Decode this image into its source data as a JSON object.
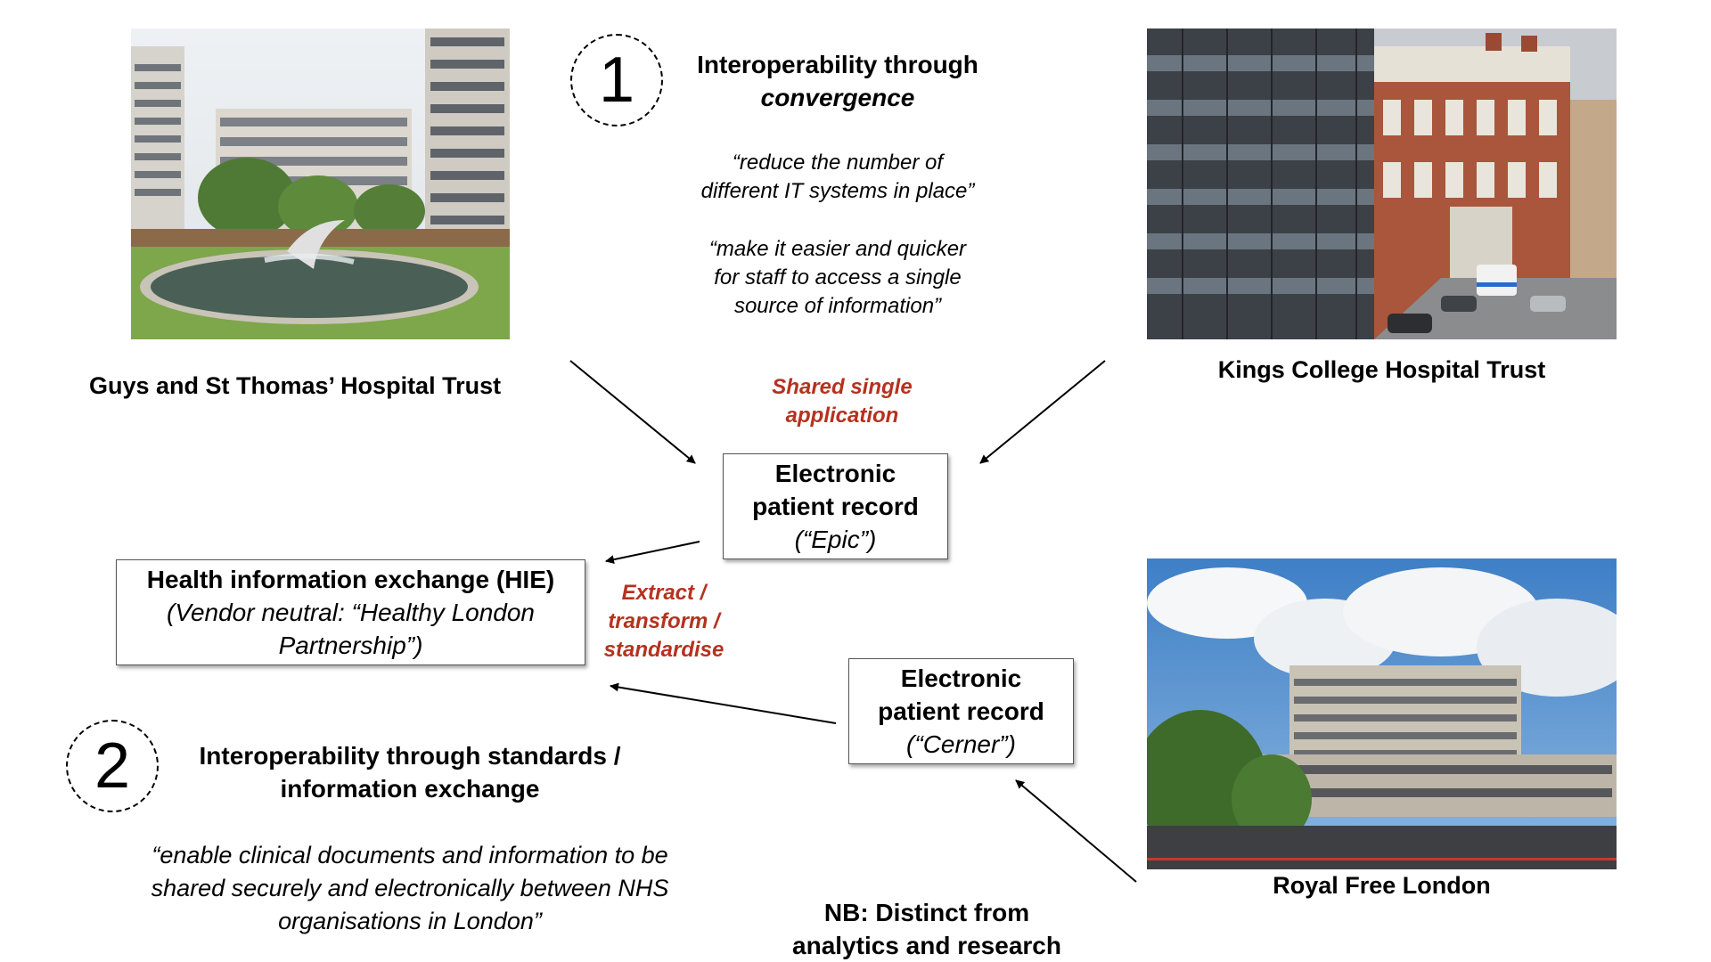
{
  "hospitals": {
    "guys": {
      "label": "Guys and St Thomas’ Hospital Trust"
    },
    "kings": {
      "label": "Kings College Hospital Trust"
    },
    "royal_free": {
      "label": "Royal Free London"
    }
  },
  "section1": {
    "number": "1",
    "title_line1": "Interoperability through",
    "title_line2": "convergence",
    "quote1_line1": "“reduce the number of",
    "quote1_line2": "different IT systems in place”",
    "quote2_line1": "“make it easier and quicker",
    "quote2_line2": "for staff to access a single",
    "quote2_line3": "source of information”"
  },
  "section2": {
    "number": "2",
    "title_line1": "Interoperability through standards /",
    "title_line2": "information exchange",
    "quote_line1": "“enable clinical documents and information to be",
    "quote_line2": "shared securely and electronically between NHS",
    "quote_line3": "organisations in London”"
  },
  "shared_label": {
    "line1": "Shared single",
    "line2": "application"
  },
  "etl_label": {
    "line1": "Extract /",
    "line2": "transform /",
    "line3": "standardise"
  },
  "epic_box": {
    "line1": "Electronic",
    "line2": "patient record",
    "line3": "(“Epic”)"
  },
  "cerner_box": {
    "line1": "Electronic",
    "line2": "patient record",
    "line3": "(“Cerner”)"
  },
  "hie_box": {
    "line1": "Health information exchange (HIE)",
    "line2": "(Vendor neutral: “Healthy London",
    "line3": "Partnership”)"
  },
  "note": {
    "line1": "NB: Distinct from",
    "line2": "analytics and research"
  },
  "colors": {
    "accent_red": "#b5321f"
  }
}
